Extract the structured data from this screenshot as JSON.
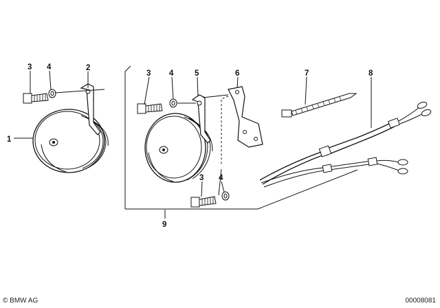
{
  "callouts": {
    "horn_left": "1",
    "bracket_left": "2",
    "screw_left": "3",
    "washer_left": "4",
    "screw_mid": "3",
    "washer_mid": "4",
    "bracket_mid": "5",
    "support_plate": "6",
    "cable_tie": "7",
    "wiring_harness": "8",
    "screw_bottom": "3",
    "washer_bottom": "4",
    "kit": "9"
  },
  "footer": {
    "copyright": "© BMW AG",
    "document_number": "00008081"
  }
}
